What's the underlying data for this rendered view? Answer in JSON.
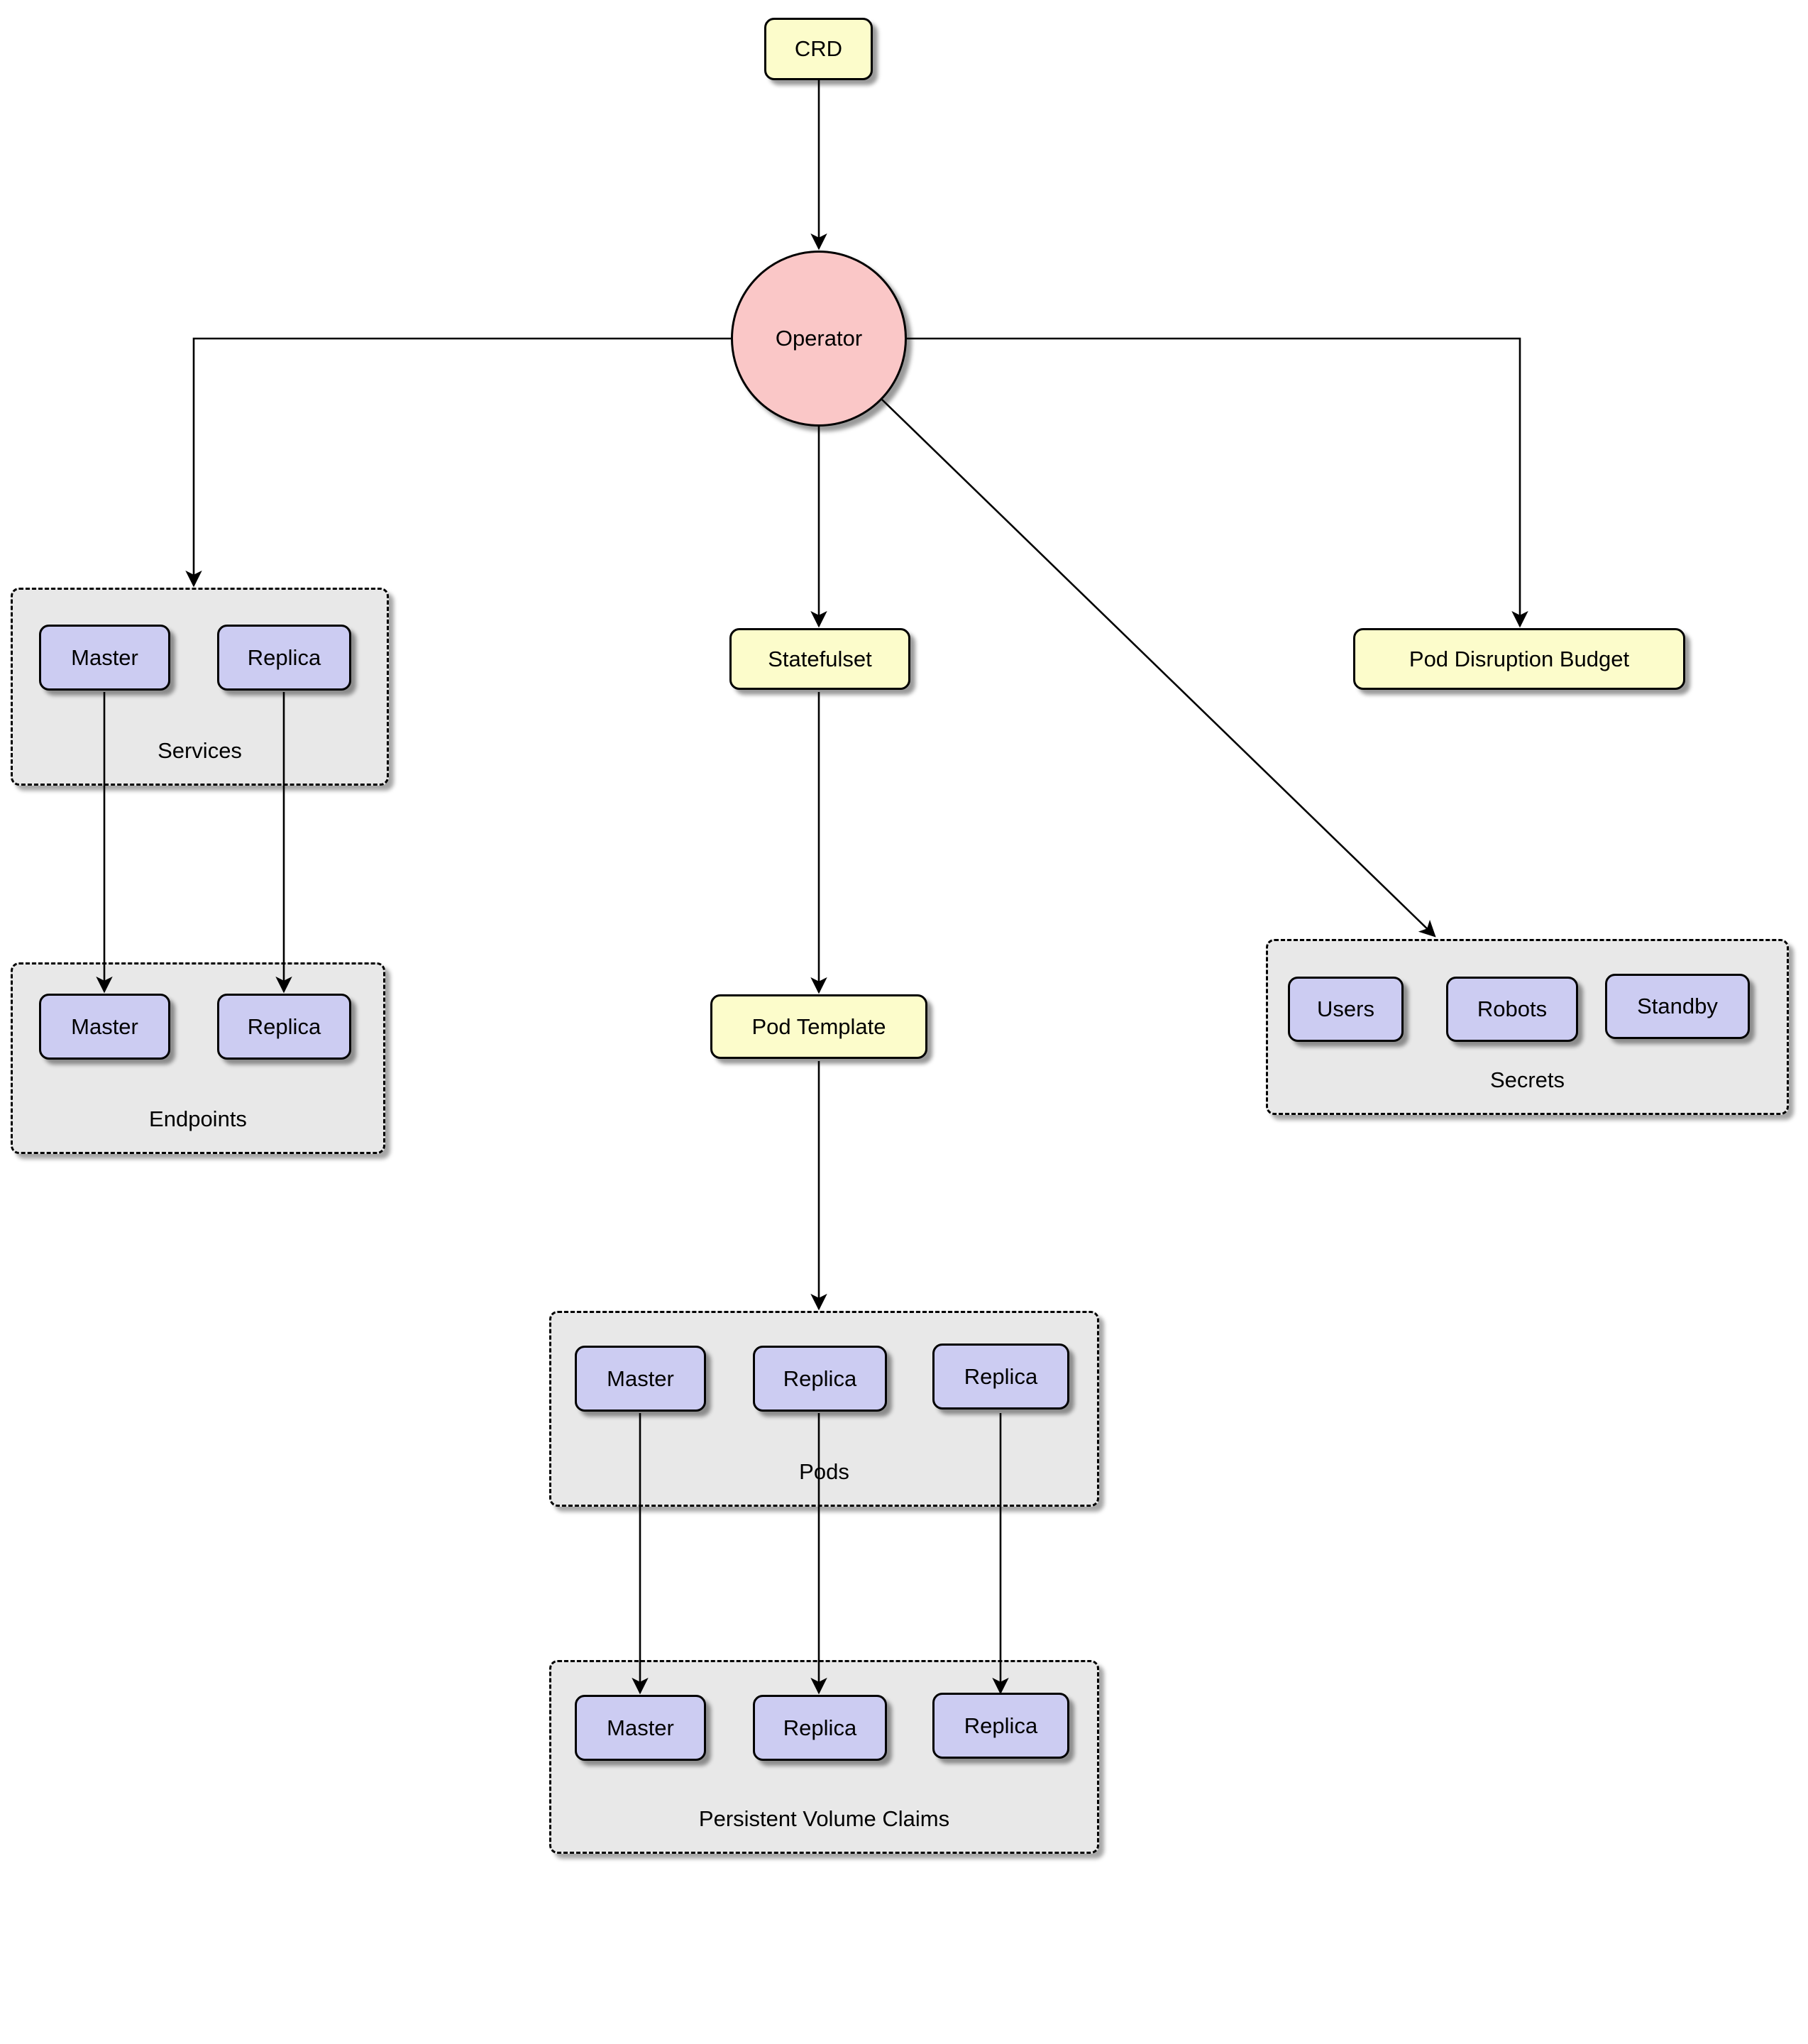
{
  "diagram": {
    "colors": {
      "yellow_node": "#FCFCCB",
      "purple_node": "#CCCCF2",
      "operator_fill": "#FAC7C7",
      "group_fill": "#E8E8E8",
      "border": "#000000",
      "arrow": "#000000"
    },
    "nodes": {
      "crd": "CRD",
      "operator": "Operator",
      "statefulset": "Statefulset",
      "pod_disruption_budget": "Pod Disruption Budget",
      "pod_template": "Pod Template"
    },
    "groups": {
      "services": {
        "label": "Services",
        "items": [
          "Master",
          "Replica"
        ]
      },
      "endpoints": {
        "label": "Endpoints",
        "items": [
          "Master",
          "Replica"
        ]
      },
      "secrets": {
        "label": "Secrets",
        "items": [
          "Users",
          "Robots",
          "Standby"
        ]
      },
      "pods": {
        "label": "Pods",
        "items": [
          "Master",
          "Replica",
          "Replica"
        ]
      },
      "pvc": {
        "label": "Persistent Volume Claims",
        "items": [
          "Master",
          "Replica",
          "Replica"
        ]
      }
    }
  }
}
